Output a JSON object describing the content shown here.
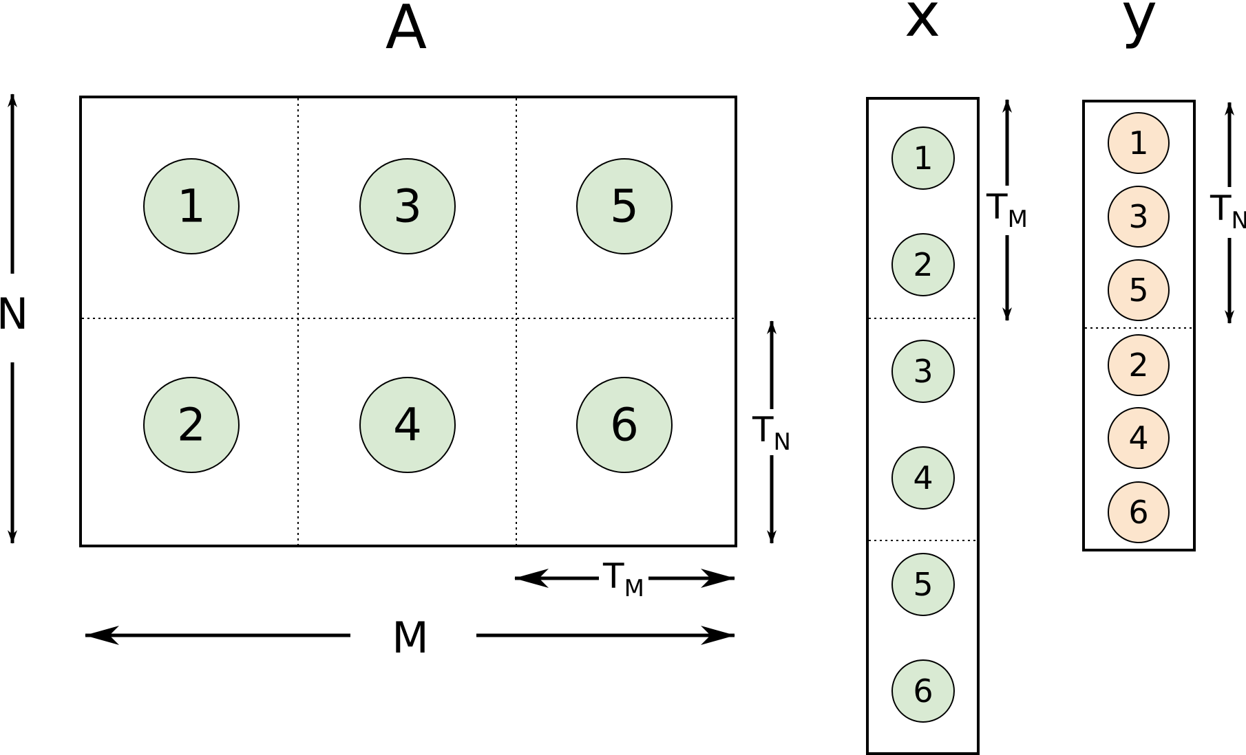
{
  "titles": {
    "matrix": "A",
    "vector_x": "x",
    "vector_y": "y"
  },
  "dimensions": {
    "rows": "N",
    "cols": "M",
    "tile_rows": {
      "base": "T",
      "sub": "N"
    },
    "tile_cols": {
      "base": "T",
      "sub": "M"
    }
  },
  "matrix_tiles": [
    "1",
    "3",
    "5",
    "2",
    "4",
    "6"
  ],
  "vector_x_items": [
    "1",
    "2",
    "3",
    "4",
    "5",
    "6"
  ],
  "vector_y_items": [
    "1",
    "3",
    "5",
    "2",
    "4",
    "6"
  ],
  "colors": {
    "green_fill": "#d9ead3",
    "orange_fill": "#fce5cd",
    "stroke": "#000000"
  }
}
